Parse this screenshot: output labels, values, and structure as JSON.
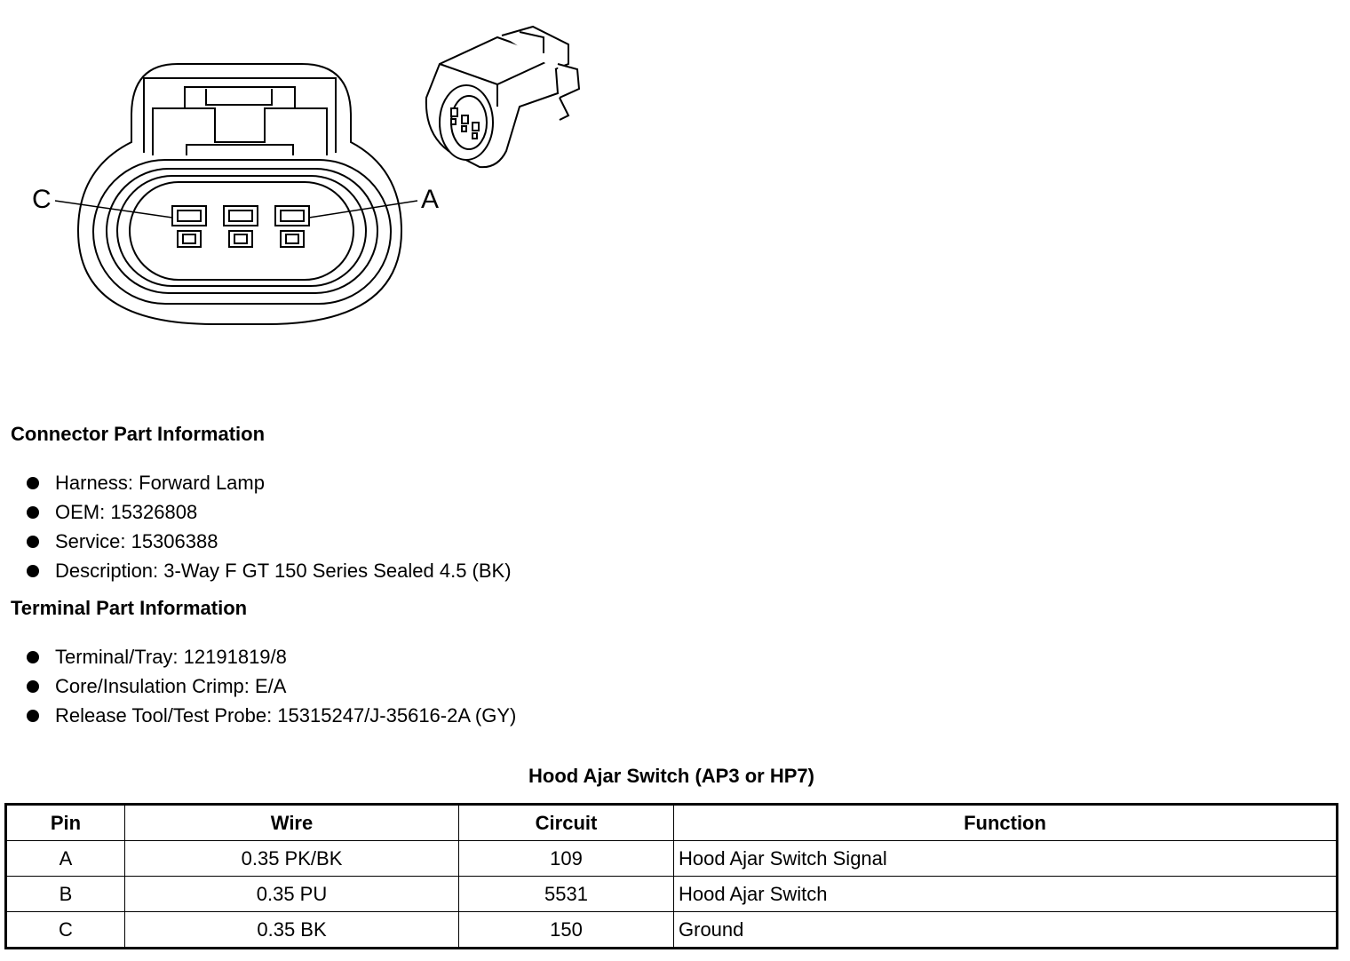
{
  "diagram": {
    "label_left": "C",
    "label_right": "A"
  },
  "connector_section": {
    "title": "Connector Part Information",
    "items": [
      "Harness: Forward Lamp",
      "OEM: 15326808",
      "Service: 15306388",
      "Description: 3-Way F GT 150 Series Sealed 4.5 (BK)"
    ]
  },
  "terminal_section": {
    "title": "Terminal Part Information",
    "items": [
      "Terminal/Tray: 12191819/8",
      "Core/Insulation Crimp: E/A",
      "Release Tool/Test Probe: 15315247/J-35616-2A (GY)"
    ]
  },
  "table": {
    "title": "Hood Ajar Switch (AP3 or HP7)",
    "headers": [
      "Pin",
      "Wire",
      "Circuit",
      "Function"
    ],
    "rows": [
      [
        "A",
        "0.35 PK/BK",
        "109",
        "Hood Ajar Switch Signal"
      ],
      [
        "B",
        "0.35 PU",
        "5531",
        "Hood Ajar Switch"
      ],
      [
        "C",
        "0.35 BK",
        "150",
        "Ground"
      ]
    ]
  }
}
